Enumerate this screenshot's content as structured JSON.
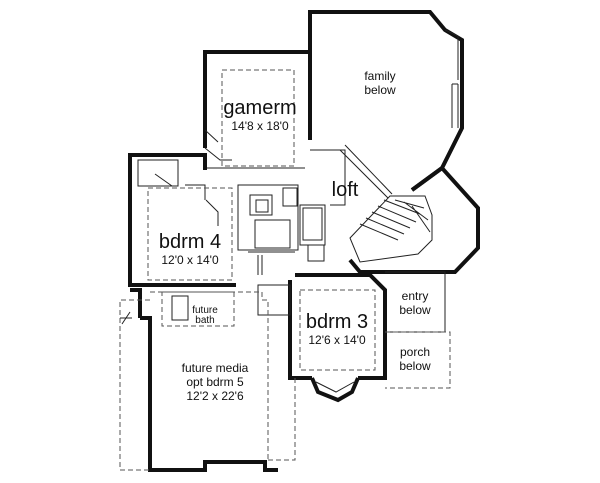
{
  "rooms": {
    "gamerm": {
      "name": "gamerm",
      "size": "14'8 x 18'0"
    },
    "family": {
      "line1": "family",
      "line2": "below"
    },
    "loft": {
      "name": "loft"
    },
    "bdrm4": {
      "name": "bdrm 4",
      "size": "12'0 x 14'0"
    },
    "bdrm3": {
      "name": "bdrm 3",
      "size": "12'6 x 14'0"
    },
    "entry": {
      "line1": "entry",
      "line2": "below"
    },
    "porch": {
      "line1": "porch",
      "line2": "below"
    },
    "future_bath": {
      "line1": "future",
      "line2": "bath"
    },
    "future_media": {
      "line1": "future media",
      "line2": "opt bdrm 5",
      "size": "12'2 x 22'6"
    }
  }
}
